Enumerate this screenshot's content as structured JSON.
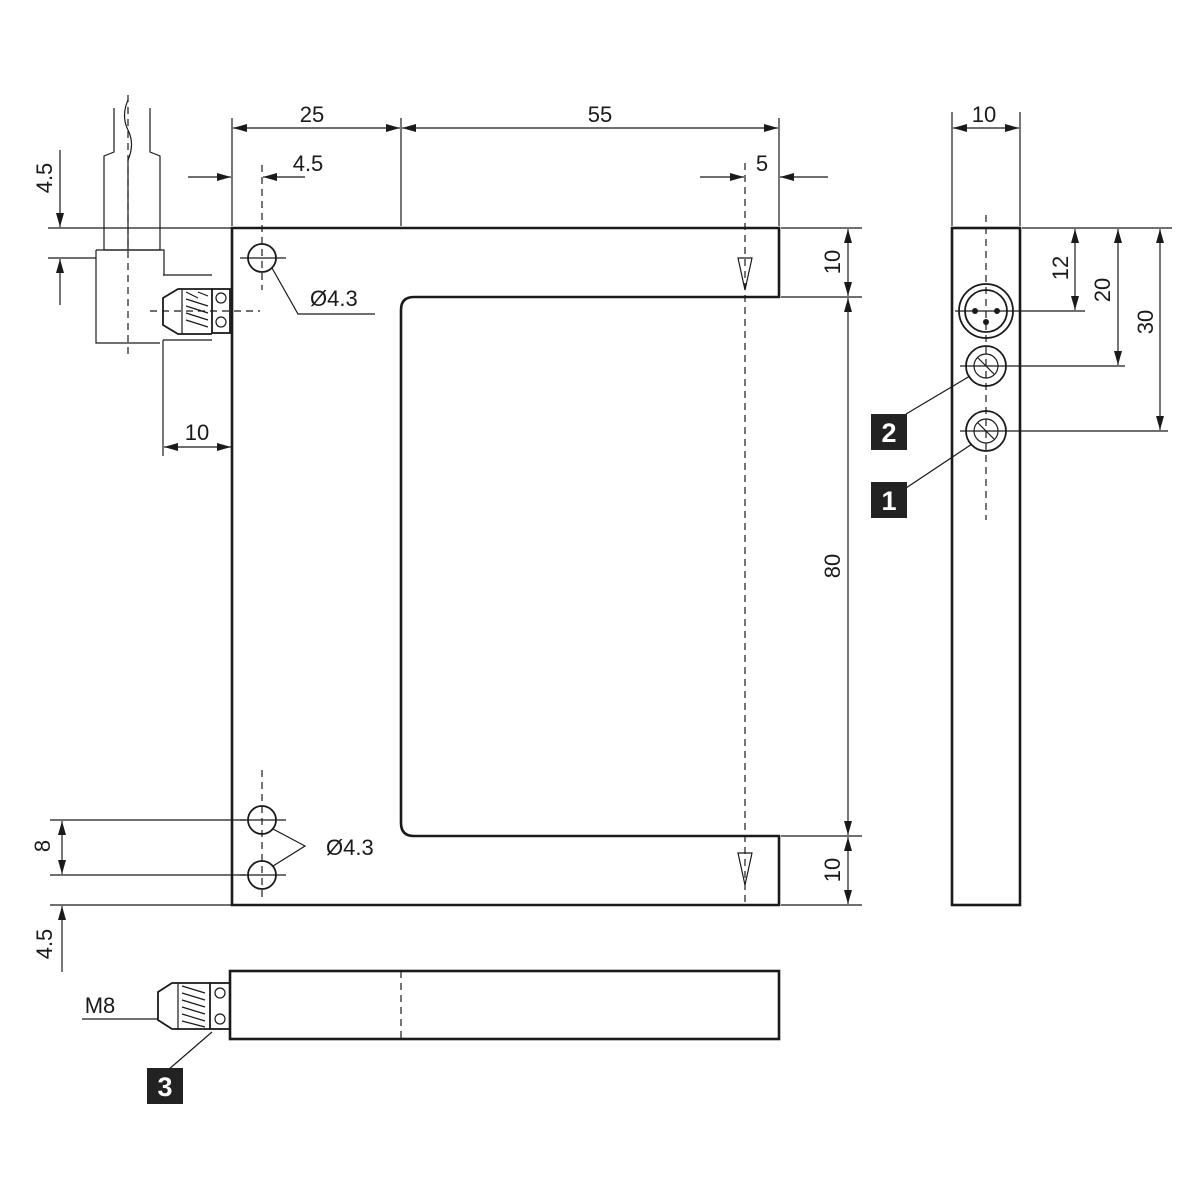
{
  "dims": {
    "top_left_width": "25",
    "top_gap_width": "55",
    "top_hole_offset": "4.5",
    "top_right_offset": "5",
    "left_top_offset": "4.5",
    "connector_width": "10",
    "top_hole_dia": "Ø4.3",
    "bottom_hole_dia": "Ø4.3",
    "bottom_hole_spacing": "8",
    "bottom_offset": "4.5",
    "right_top_arm": "10",
    "right_gap": "80",
    "right_bottom_arm": "10",
    "side_width": "10",
    "side_12": "12",
    "side_20": "20",
    "side_30": "30",
    "thread": "M8"
  },
  "callouts": {
    "c1": "1",
    "c2": "2",
    "c3": "3"
  }
}
